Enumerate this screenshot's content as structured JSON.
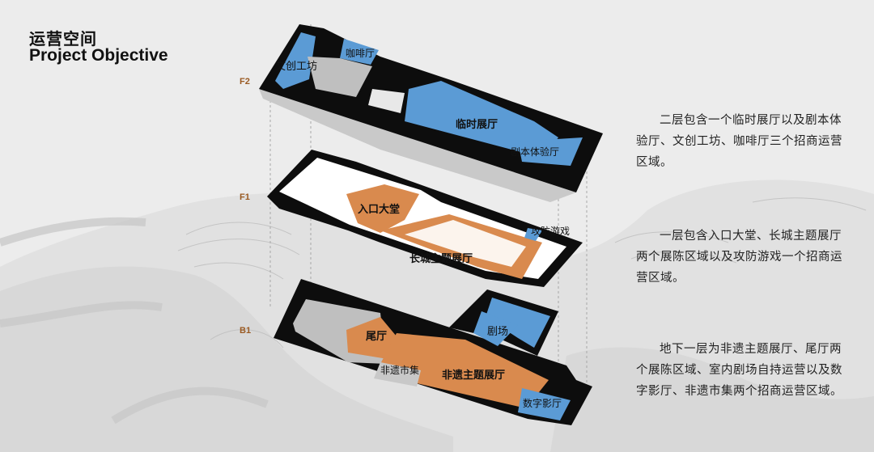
{
  "header": {
    "title_cn": "运营空间",
    "title_en": "Project Objective"
  },
  "floors": [
    {
      "id": "F2",
      "label": "F2",
      "description": "二层包含一个临时展厅以及剧本体验厅、文创工坊、咖啡厅三个招商运营区域。",
      "rooms": [
        {
          "name": "文创工坊",
          "type": "commercial"
        },
        {
          "name": "咖啡厅",
          "type": "commercial"
        },
        {
          "name": "临时展厅",
          "type": "commercial"
        },
        {
          "name": "剧本体验厅",
          "type": "commercial"
        }
      ]
    },
    {
      "id": "F1",
      "label": "F1",
      "description": "一层包含入口大堂、长城主题展厅两个展陈区域以及攻防游戏一个招商运营区域。",
      "rooms": [
        {
          "name": "入口大堂",
          "type": "exhibition"
        },
        {
          "name": "攻防游戏",
          "type": "commercial"
        },
        {
          "name": "长城主题展厅",
          "type": "exhibition"
        }
      ]
    },
    {
      "id": "B1",
      "label": "B1",
      "description": "地下一层为非遗主题展厅、尾厅两个展陈区域、室内剧场自持运营以及数字影厅、非遗市集两个招商运营区域。",
      "rooms": [
        {
          "name": "尾厅",
          "type": "exhibition"
        },
        {
          "name": "剧场",
          "type": "commercial"
        },
        {
          "name": "非遗市集",
          "type": "commercial"
        },
        {
          "name": "非遗主题展厅",
          "type": "exhibition"
        },
        {
          "name": "数字影厅",
          "type": "commercial"
        }
      ]
    }
  ],
  "colors": {
    "commercial": "#5b9bd5",
    "exhibition": "#d98a4e",
    "wall": "#0d0d0d",
    "label": "#9a5a22"
  }
}
